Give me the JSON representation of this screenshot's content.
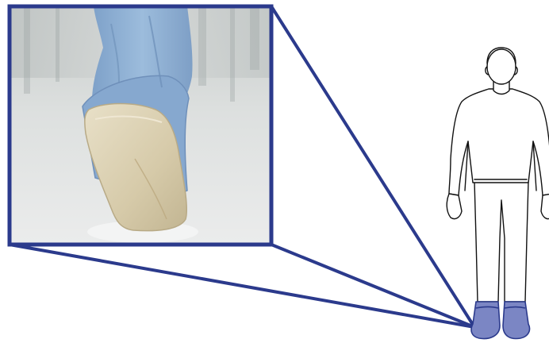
{
  "figure": {
    "photo": {
      "subject": "boot-cover-closeup-photo"
    },
    "figure_icon": {
      "subject": "human-body-outline",
      "highlight": "feet-covers"
    },
    "colors": {
      "frame": "#2b3a8c",
      "cover_highlight": "#7b86c4",
      "cover_outline": "#2b3a8c",
      "body_outline": "#111111",
      "gown_blue": "#8fb2d6",
      "cover_tan": "#d8cdb2",
      "floor_grey": "#d9dcdc"
    }
  }
}
